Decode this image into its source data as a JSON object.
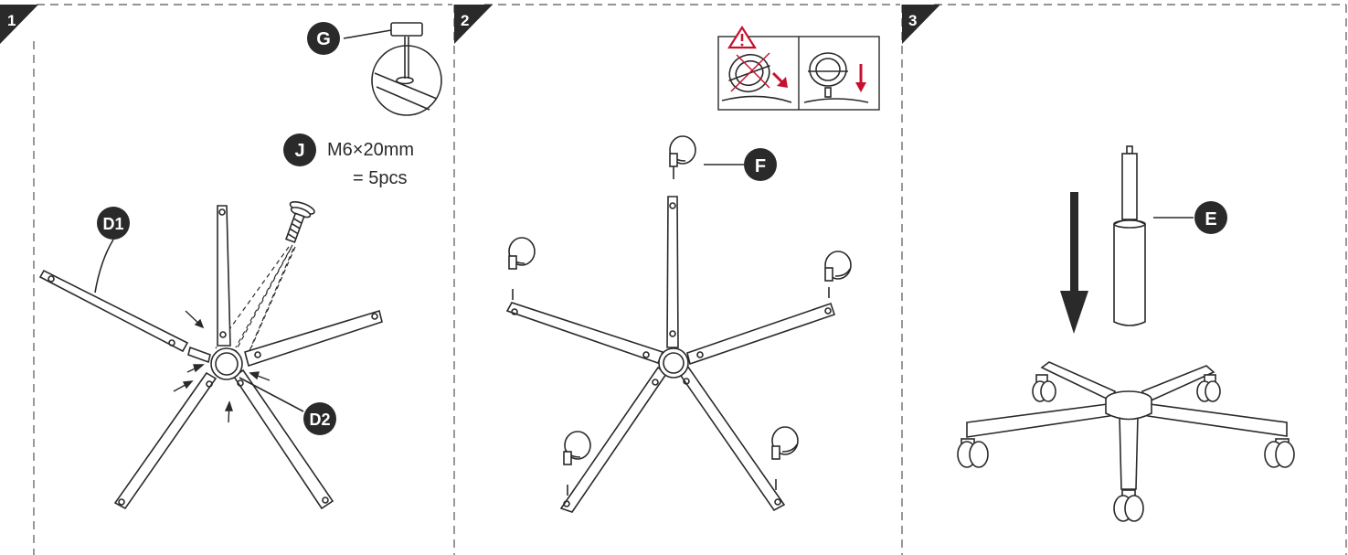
{
  "steps": [
    {
      "number": "1"
    },
    {
      "number": "2"
    },
    {
      "number": "3"
    }
  ],
  "parts": {
    "G": "G",
    "J": "J",
    "D1": "D1",
    "D2": "D2",
    "F": "F",
    "E": "E"
  },
  "screw_spec": {
    "size": "M6×20mm",
    "quantity": "= 5pcs"
  },
  "colors": {
    "badge": "#2a2a2a",
    "line": "#2a2a2a",
    "warning": "#c8102e",
    "dash": "#555555"
  },
  "icons": {
    "warning": "warning-triangle-icon"
  }
}
